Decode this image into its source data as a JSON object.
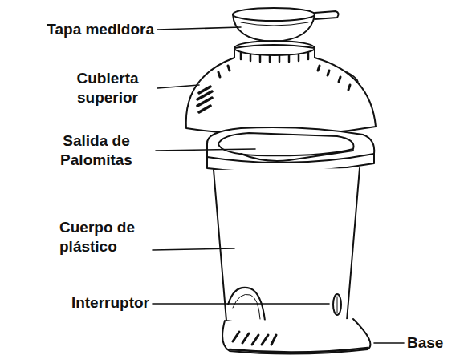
{
  "diagram": {
    "labels": [
      "Tapa medidora",
      "Cubierta superior",
      "Salida de Palomitas",
      "Cuerpo de plástico",
      "Interruptor",
      "Base"
    ]
  }
}
